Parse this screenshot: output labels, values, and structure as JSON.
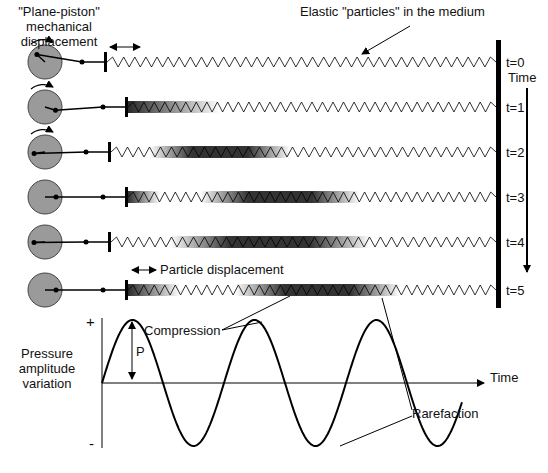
{
  "diagram": {
    "labels": [
      "\"Plane-piston\" mechanical displacement",
      "Elastic \"particles\" in the medium",
      "t=0",
      "t=1",
      "t=2",
      "t=3",
      "t=4",
      "t=5",
      "Time",
      "Particle displacement",
      "Compression",
      "Pressure amplitude variation",
      "+",
      "-",
      "P",
      "Time",
      "Rarefaction"
    ]
  }
}
